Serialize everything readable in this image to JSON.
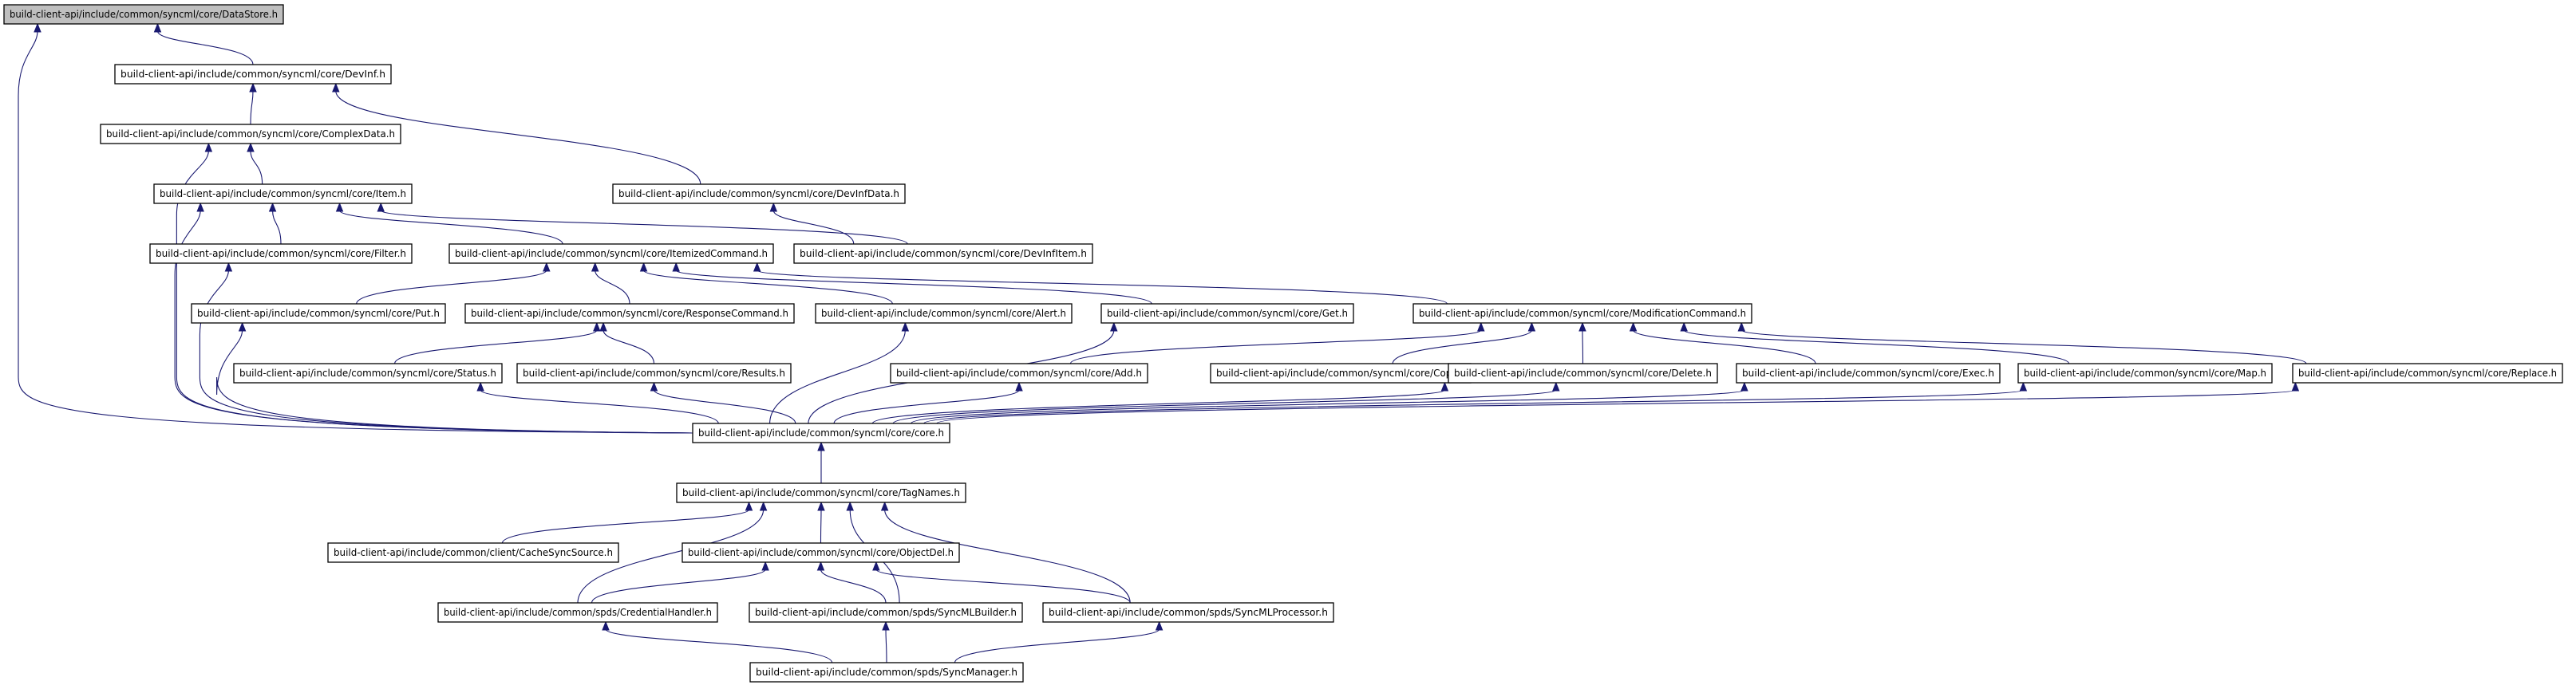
{
  "nodes": [
    {
      "id": "datastore",
      "label": "build-client-api/include/common/syncml/core/DataStore.h",
      "root": true
    },
    {
      "id": "devinf",
      "label": "build-client-api/include/common/syncml/core/DevInf.h"
    },
    {
      "id": "complexdata",
      "label": "build-client-api/include/common/syncml/core/ComplexData.h"
    },
    {
      "id": "devinfdata",
      "label": "build-client-api/include/common/syncml/core/DevInfData.h"
    },
    {
      "id": "item",
      "label": "build-client-api/include/common/syncml/core/Item.h"
    },
    {
      "id": "filter",
      "label": "build-client-api/include/common/syncml/core/Filter.h"
    },
    {
      "id": "itemizedcommand",
      "label": "build-client-api/include/common/syncml/core/ItemizedCommand.h"
    },
    {
      "id": "devinfitem",
      "label": "build-client-api/include/common/syncml/core/DevInfItem.h"
    },
    {
      "id": "put",
      "label": "build-client-api/include/common/syncml/core/Put.h"
    },
    {
      "id": "responsecommand",
      "label": "build-client-api/include/common/syncml/core/ResponseCommand.h"
    },
    {
      "id": "alert",
      "label": "build-client-api/include/common/syncml/core/Alert.h"
    },
    {
      "id": "get",
      "label": "build-client-api/include/common/syncml/core/Get.h"
    },
    {
      "id": "modificationcommand",
      "label": "build-client-api/include/common/syncml/core/ModificationCommand.h"
    },
    {
      "id": "status",
      "label": "build-client-api/include/common/syncml/core/Status.h"
    },
    {
      "id": "results",
      "label": "build-client-api/include/common/syncml/core/Results.h"
    },
    {
      "id": "add",
      "label": "build-client-api/include/common/syncml/core/Add.h"
    },
    {
      "id": "copy",
      "label": "build-client-api/include/common/syncml/core/Copy.h"
    },
    {
      "id": "delete",
      "label": "build-client-api/include/common/syncml/core/Delete.h"
    },
    {
      "id": "exec",
      "label": "build-client-api/include/common/syncml/core/Exec.h"
    },
    {
      "id": "map",
      "label": "build-client-api/include/common/syncml/core/Map.h"
    },
    {
      "id": "replace",
      "label": "build-client-api/include/common/syncml/core/Replace.h"
    },
    {
      "id": "core",
      "label": "build-client-api/include/common/syncml/core/core.h"
    },
    {
      "id": "tagnames",
      "label": "build-client-api/include/common/syncml/core/TagNames.h"
    },
    {
      "id": "cachesyncsource",
      "label": "build-client-api/include/common/client/CacheSyncSource.h"
    },
    {
      "id": "objectdel",
      "label": "build-client-api/include/common/syncml/core/ObjectDel.h"
    },
    {
      "id": "credentialhandler",
      "label": "build-client-api/include/common/spds/CredentialHandler.h"
    },
    {
      "id": "syncmlbuilder",
      "label": "build-client-api/include/common/spds/SyncMLBuilder.h"
    },
    {
      "id": "syncmlprocessor",
      "label": "build-client-api/include/common/spds/SyncMLProcessor.h"
    },
    {
      "id": "syncmanager",
      "label": "build-client-api/include/common/spds/SyncManager.h"
    }
  ]
}
